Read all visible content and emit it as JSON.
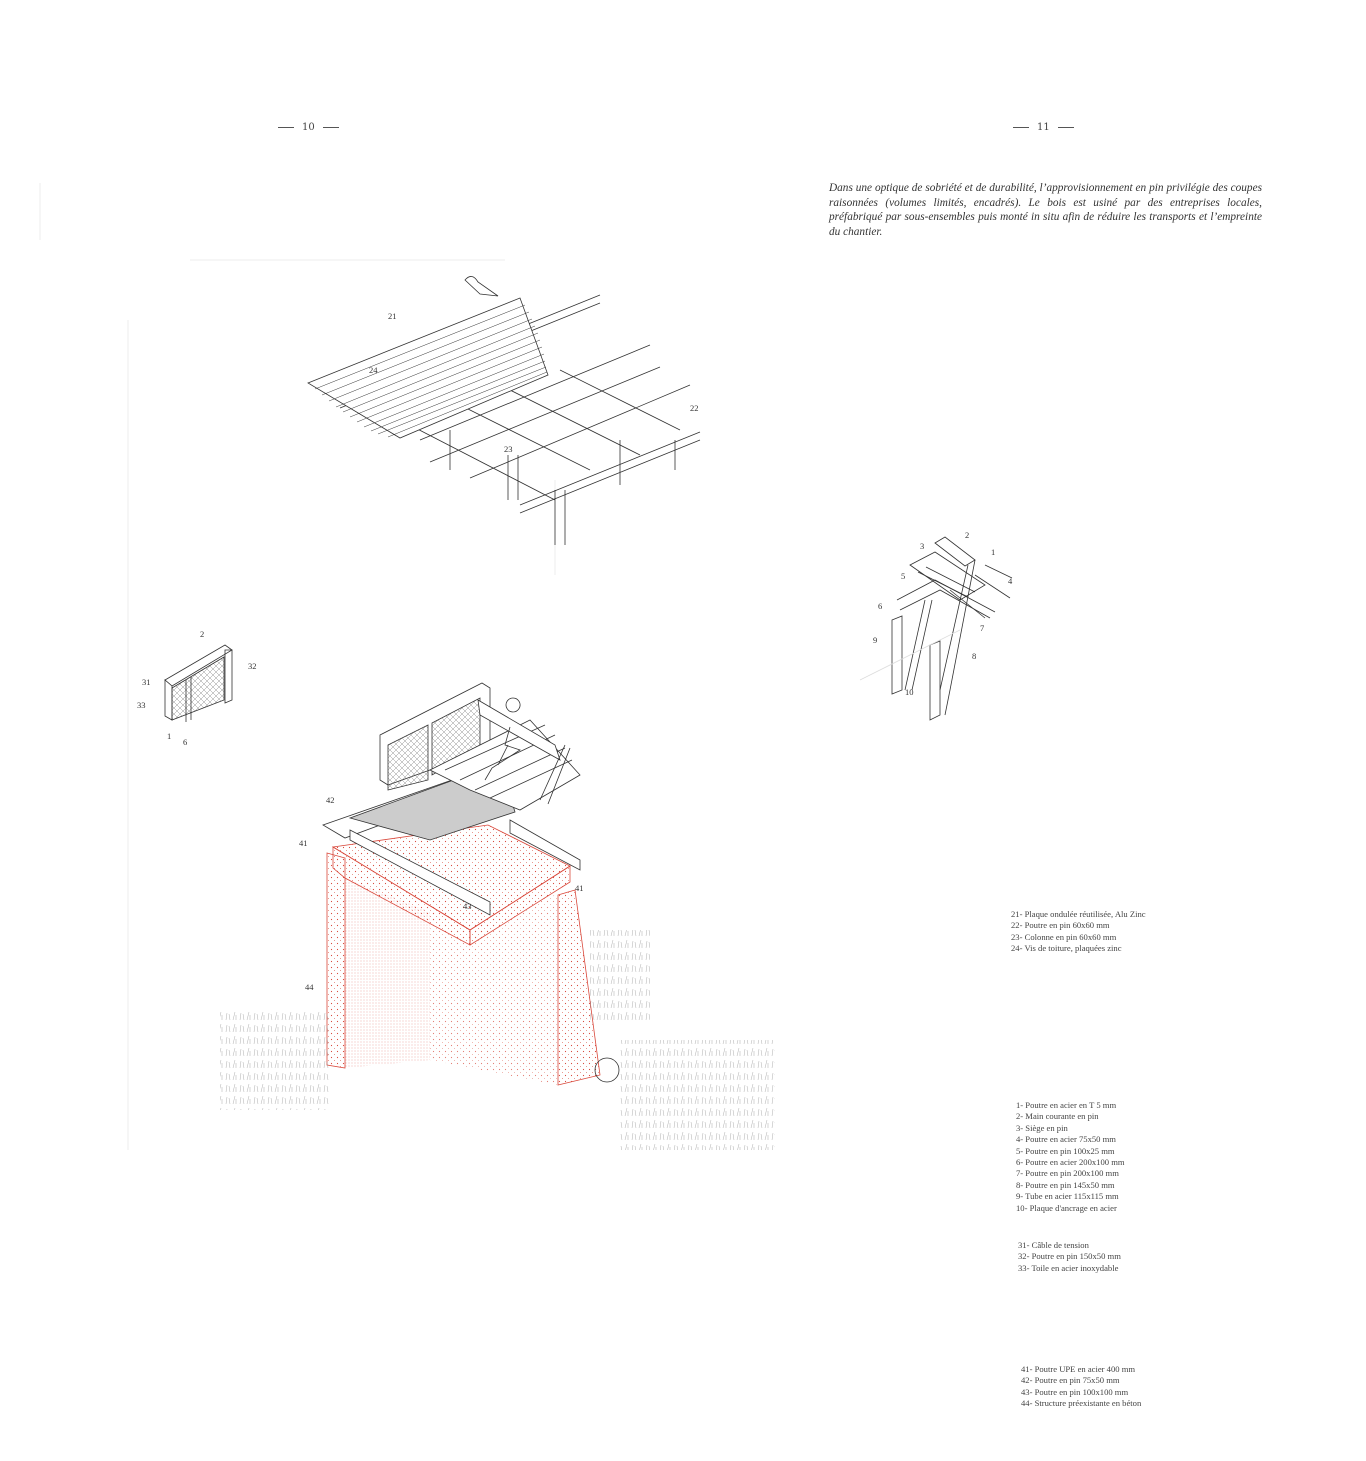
{
  "pages": {
    "left_number": "10",
    "right_number": "11"
  },
  "intro_text": "Dans une optique de sobriété et de durabilité, l’approvisionnement en pin privilégie des coupes raisonnées (volumes limités, encadrés). Le bois est usiné par des entreprises locales, préfabriqué par sous-ensembles puis monté in situ afin de réduire les transports et l’empreinte du chantier.",
  "legend_roof": [
    "21- Plaque ondulée réutilisée, Alu Zinc",
    "22-  Poutre en pin  60x60 mm",
    "23-  Colonne en pin 60x60 mm",
    "24- Vis de toiture, plaquées zinc"
  ],
  "legend_seat": [
    "1-  Poutre en acier en T 5 mm",
    "2-  Main courante en pin",
    "3-  Siège en pin",
    "4-  Poutre en acier 75x50 mm",
    "5-  Poutre en pin 100x25 mm",
    "6-  Poutre en acier 200x100 mm",
    "7-  Poutre en pin 200x100 mm",
    "8-  Poutre en pin 145x50 mm",
    "9-  Tube en acier 115x115 mm",
    "10- Plaque d'ancrage en acier"
  ],
  "legend_railing": [
    "31- Câble de tension",
    "32- Poutre en pin 150x50 mm",
    "33- Toile en acier inoxydable"
  ],
  "legend_structure": [
    "41- Poutre UPE en acier 400 mm",
    "42- Poutre en pin 75x50 mm",
    "43- Poutre en pin 100x100 mm",
    "44- Structure préexistante en béton"
  ],
  "callouts": {
    "roof": [
      "21",
      "24",
      "22",
      "23"
    ],
    "railing": [
      "2",
      "32",
      "31",
      "33",
      "1",
      "6"
    ],
    "structure": [
      "42",
      "41",
      "41",
      "43",
      "44"
    ],
    "seat": [
      "2",
      "3",
      "1",
      "4",
      "5",
      "6",
      "7",
      "9",
      "8",
      "10"
    ]
  },
  "colors": {
    "concrete_red": "#d9483b",
    "line": "#333333"
  }
}
